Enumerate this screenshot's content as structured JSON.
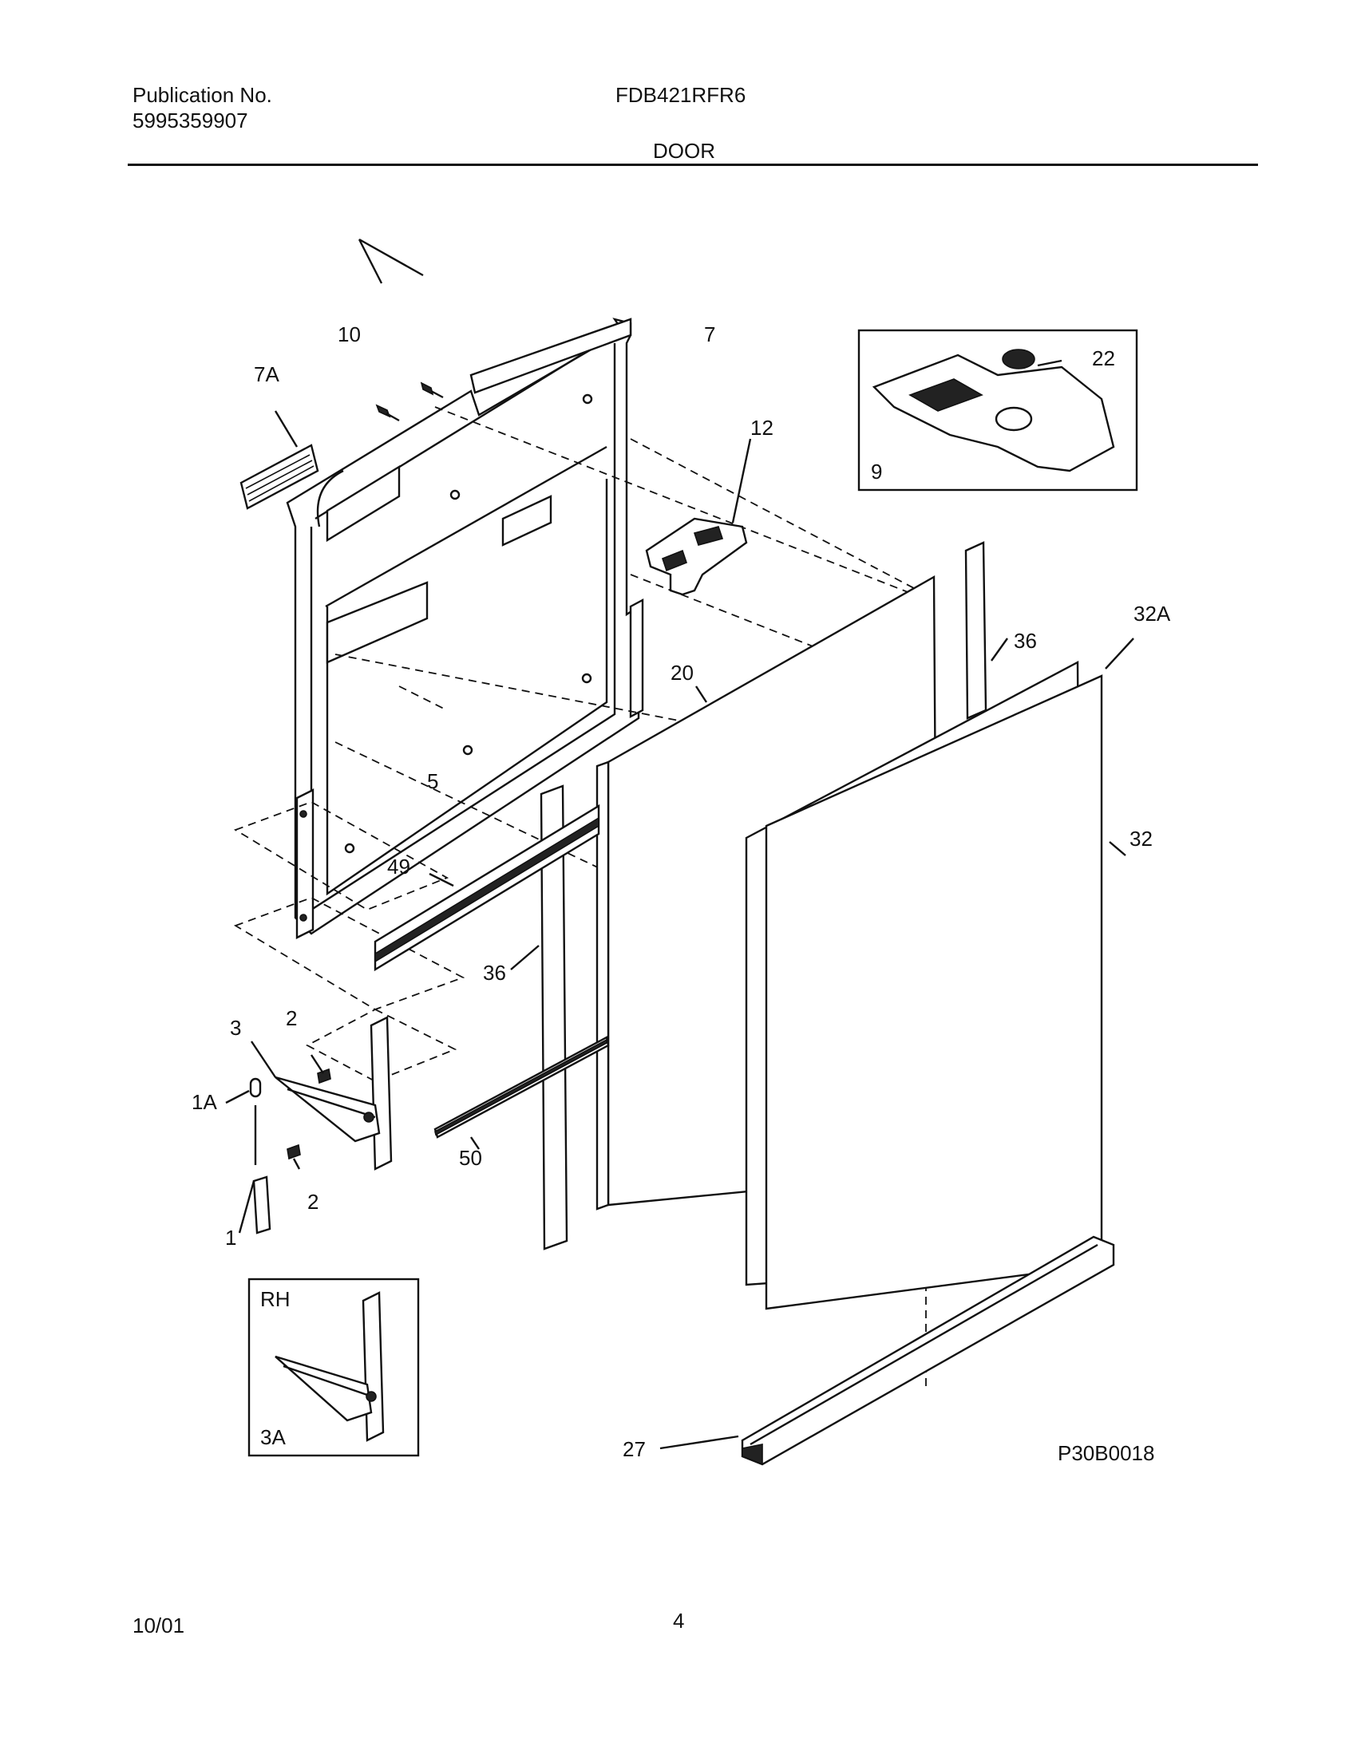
{
  "header": {
    "publication_label": "Publication No.",
    "publication_number": "5995359907",
    "model": "FDB421RFR6",
    "section_title": "DOOR"
  },
  "footer": {
    "date": "10/01",
    "page_number": "4"
  },
  "diagram": {
    "figure_code": "P30B0018",
    "inset_labels": {
      "hinge_side": "RH"
    },
    "callouts": {
      "c10": "10",
      "c7": "7",
      "c7A": "7A",
      "c12": "12",
      "c22": "22",
      "c9": "9",
      "c32A": "32A",
      "c36_top": "36",
      "c20": "20",
      "c5": "5",
      "c32": "32",
      "c49": "49",
      "c36_bottom": "36",
      "c3": "3",
      "c2_top": "2",
      "c1A": "1A",
      "c50": "50",
      "c2_bottom": "2",
      "c1": "1",
      "c3A": "3A",
      "c27": "27"
    }
  }
}
